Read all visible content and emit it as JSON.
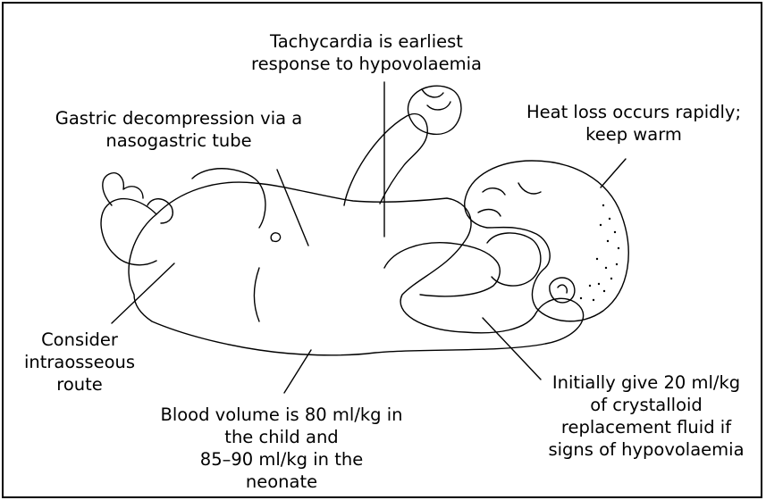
{
  "annotations": {
    "tachycardia": [
      "Tachycardia is earliest",
      "response to hypovolaemia"
    ],
    "gastric": [
      "Gastric decompression via a",
      "nasogastric tube"
    ],
    "heat": [
      "Heat loss occurs rapidly;",
      "keep warm"
    ],
    "intraosseous": [
      "Consider",
      "intraosseous",
      "route"
    ],
    "blood_volume": [
      "Blood volume is 80 ml/kg in",
      "the child and",
      "85–90 ml/kg in the",
      "neonate"
    ],
    "fluid": [
      "Initially give 20 ml/kg",
      "of crystalloid",
      "replacement fluid if",
      "signs of hypovolaemia"
    ]
  }
}
